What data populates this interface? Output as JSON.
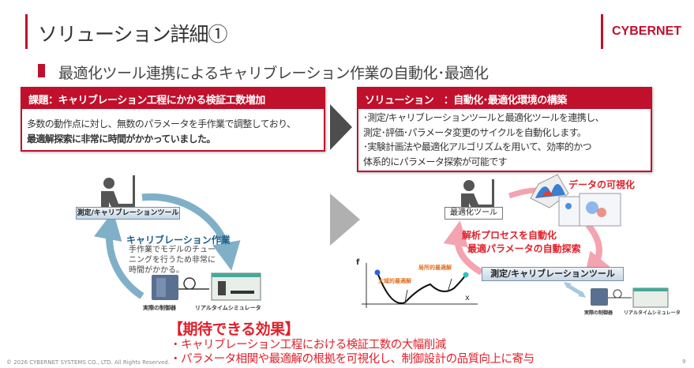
{
  "header": {
    "title": "ソリューション詳細①",
    "logo": "CYBERNET"
  },
  "subheading": "最適化ツール連携によるキャリブレーション作業の自動化･最適化",
  "problem": {
    "title": "課題：キャリブレーション工程にかかる検証工数増加",
    "line1": "多数の動作点に対し、無数のパラメータを手作業で調整しており、",
    "line2": "最適解探索に非常に時間がかかっていました。"
  },
  "solution": {
    "title": "ソリューション　：自動化･最適化環境の構築",
    "lines": [
      "･測定/キャリブレーションツールと最適化ツールを連携し、",
      "測定･評価･パラメータ変更のサイクルを自動化します。",
      "･実験計画法や最適化アルゴリズムを用いて、効率的かつ",
      "体系的にパラメータ探索が可能です"
    ]
  },
  "before": {
    "tool_label": "測定/キャリブレーションツール",
    "work_title": "キャリブレーション作業",
    "work_lines": [
      "手作業でモデルのチュー",
      "ニングを行うため非常に",
      "時間がかかる。"
    ],
    "controller": "実際の制御器",
    "simulator": "リアルタイムシミュレータ"
  },
  "after": {
    "opt_tool": "最適化ツール",
    "data_viz": "データの可視化",
    "auto1": "解析プロセスを自動化",
    "auto2": "最適パラメータの自動探索",
    "meas_tool": "測定/キャリブレーションツール",
    "controller": "実際の制御器",
    "simulator": "リアルタイムシミュレータ",
    "graph": {
      "y_axis": "f",
      "x_axis": "x",
      "global": "大域的最適解",
      "local": "局所的最適解"
    }
  },
  "effects": {
    "title": "【期待できる効果】",
    "items": [
      "・キャリブレーション工程における検証工数の大幅削減",
      "・パラメータ相関や最適解の根拠を可視化し、制御設計の品質向上に寄与"
    ]
  },
  "footer": {
    "copyright": "© 2026 CYBERNET SYSTEMS CO., LTD. All Rights Reserved.",
    "page": "9"
  },
  "colors": {
    "accent": "#c0102c",
    "effect": "#e0202a",
    "cycle": "#7fb0c8",
    "auto_cycle": "#f4a3b0"
  }
}
